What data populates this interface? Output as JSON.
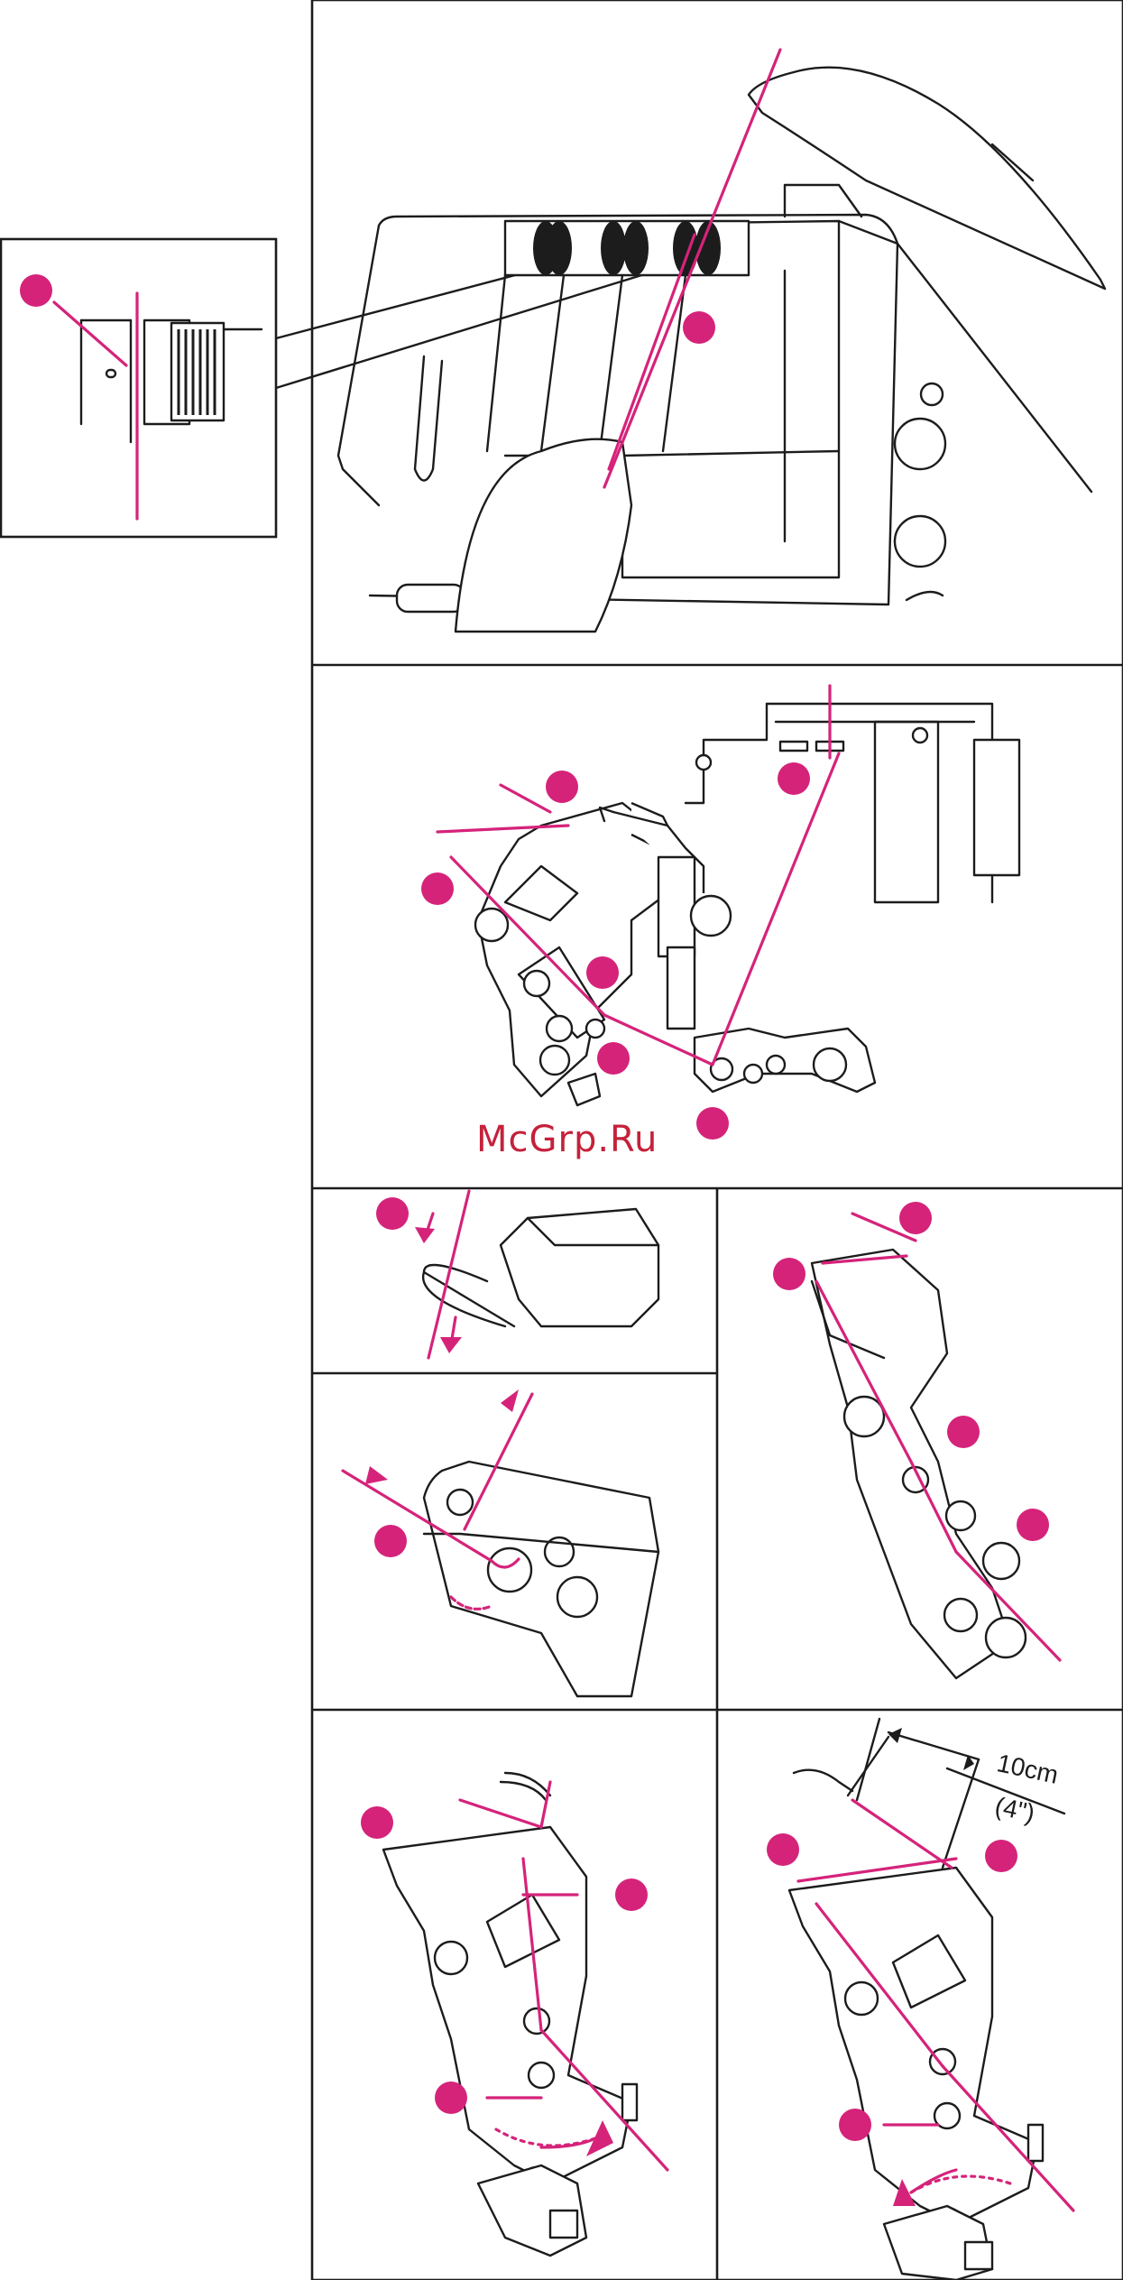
{
  "watermark": "McGrp.Ru",
  "dimension": {
    "metric": "10cm",
    "imperial": "(4\")"
  },
  "colors": {
    "accent": "#d5237a",
    "ink": "#1c1c1c",
    "paper": "#ffffff"
  },
  "panels": [
    {
      "id": "spools-top"
    },
    {
      "id": "looper-threading"
    },
    {
      "id": "guide-detail"
    },
    {
      "id": "tension-detail"
    },
    {
      "id": "looper-path-right"
    },
    {
      "id": "looper-bottom-left"
    },
    {
      "id": "looper-bottom-right"
    },
    {
      "id": "inset-detail"
    }
  ]
}
